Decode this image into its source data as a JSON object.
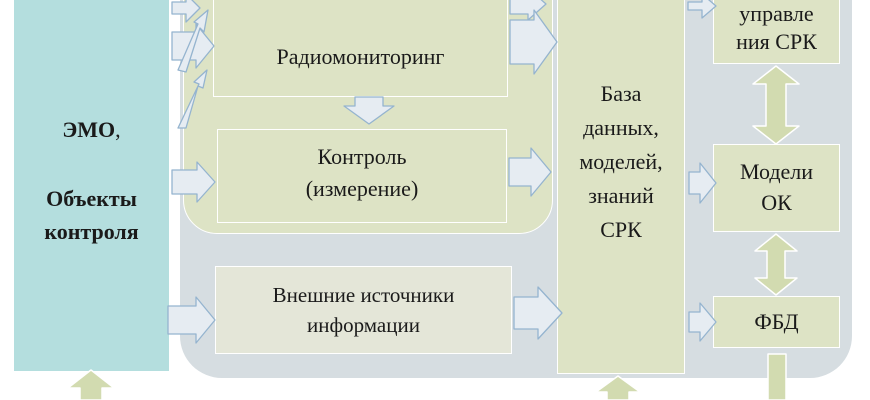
{
  "left_box": {
    "emo_bold": "ЭМО",
    "emo_comma": ",",
    "objects_line1": "Объекты",
    "objects_line2": "контроля"
  },
  "radiomonitoring": "Радиомониторинг",
  "control": {
    "line1": "Контроль",
    "line2": "(измерение)"
  },
  "external": {
    "line1": "Внешние источники",
    "line2": "информации"
  },
  "database": {
    "line1": "База",
    "line2": "данных,",
    "line3": "моделей,",
    "line4": "знаний",
    "line5": "СРК"
  },
  "management": {
    "line1": "управле",
    "line2": "ния СРК"
  },
  "models": {
    "line1": "Модели",
    "line2": "ОК"
  },
  "fbd": "ФБД",
  "colors": {
    "outer_background": "#d6dde1",
    "green_box": "#dde3c5",
    "cyan_box": "#b4dede",
    "arrow_fill": "#e6ecf2",
    "arrow_stroke": "#95b4cf",
    "vertical_arrow_fill": "#d2dbb0"
  }
}
